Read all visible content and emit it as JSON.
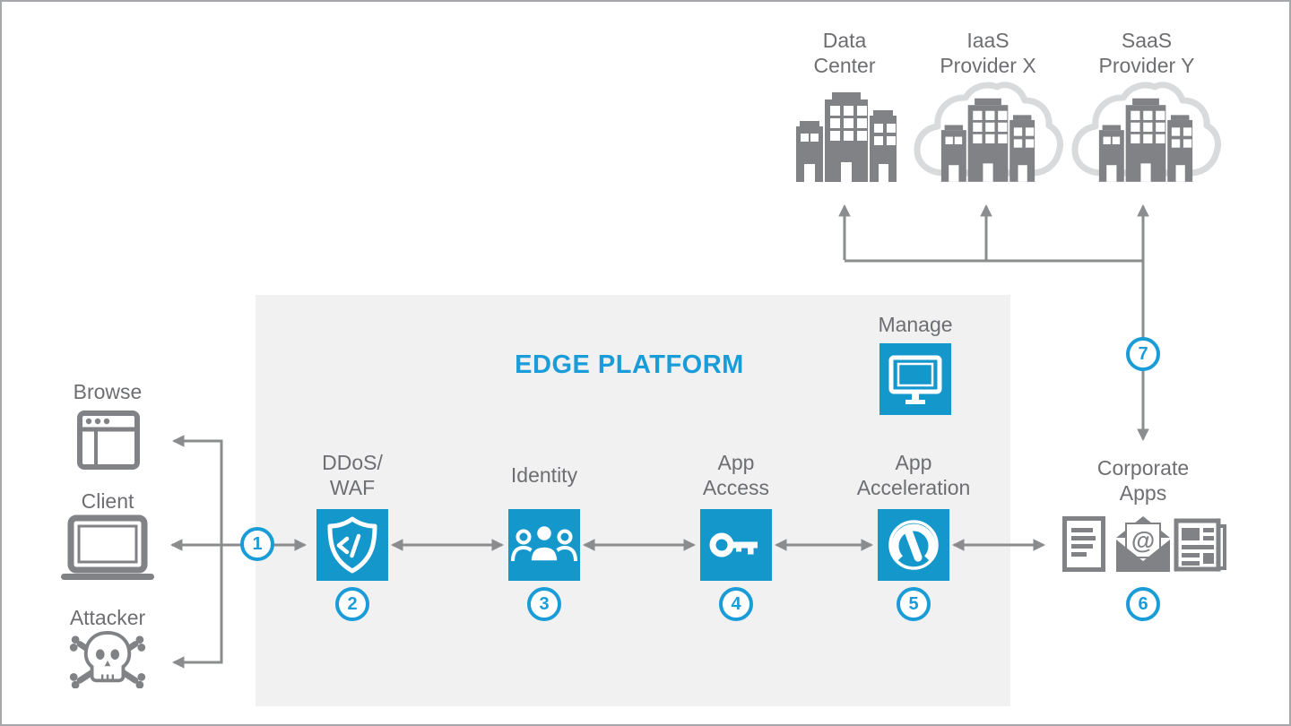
{
  "colors": {
    "accent_blue": "#1A9CD9",
    "node_blue": "#1497CB",
    "label_gray": "#6D6E71",
    "icon_gray": "#808285",
    "arrow_gray": "#8A8C8E",
    "platform_bg": "#F1F1F2",
    "cloud_gray": "#D9DADB"
  },
  "clients": {
    "browse": {
      "label": "Browse",
      "icon": "browser-window-icon"
    },
    "client": {
      "label": "Client",
      "icon": "laptop-icon"
    },
    "attacker": {
      "label": "Attacker",
      "icon": "skull-crossbones-icon"
    }
  },
  "providers": {
    "datacenter": {
      "line1": "Data",
      "line2": "Center",
      "icon": "buildings-icon"
    },
    "iaas": {
      "line1": "IaaS",
      "line2": "Provider X",
      "icon": "cloud-buildings-icon"
    },
    "saas": {
      "line1": "SaaS",
      "line2": "Provider Y",
      "icon": "cloud-buildings-icon"
    }
  },
  "platform": {
    "title": "EDGE PLATFORM",
    "manage": {
      "label": "Manage",
      "icon": "monitor-icon"
    },
    "services": [
      {
        "line1": "DDoS/",
        "line2": "WAF",
        "step": "2",
        "icon": "shield-code-icon"
      },
      {
        "line1": "Identity",
        "line2": "",
        "step": "3",
        "icon": "users-icon"
      },
      {
        "line1": "App",
        "line2": "Access",
        "step": "4",
        "icon": "key-icon"
      },
      {
        "line1": "App",
        "line2": "Acceleration",
        "step": "5",
        "icon": "speedometer-icon"
      }
    ]
  },
  "corporate": {
    "line1": "Corporate",
    "line2": "Apps",
    "step": "6",
    "icons": [
      "document-icon",
      "email-at-icon",
      "newspaper-icon"
    ],
    "email_symbol": "@"
  },
  "steps": {
    "ingress": "1",
    "saas_link": "7"
  }
}
